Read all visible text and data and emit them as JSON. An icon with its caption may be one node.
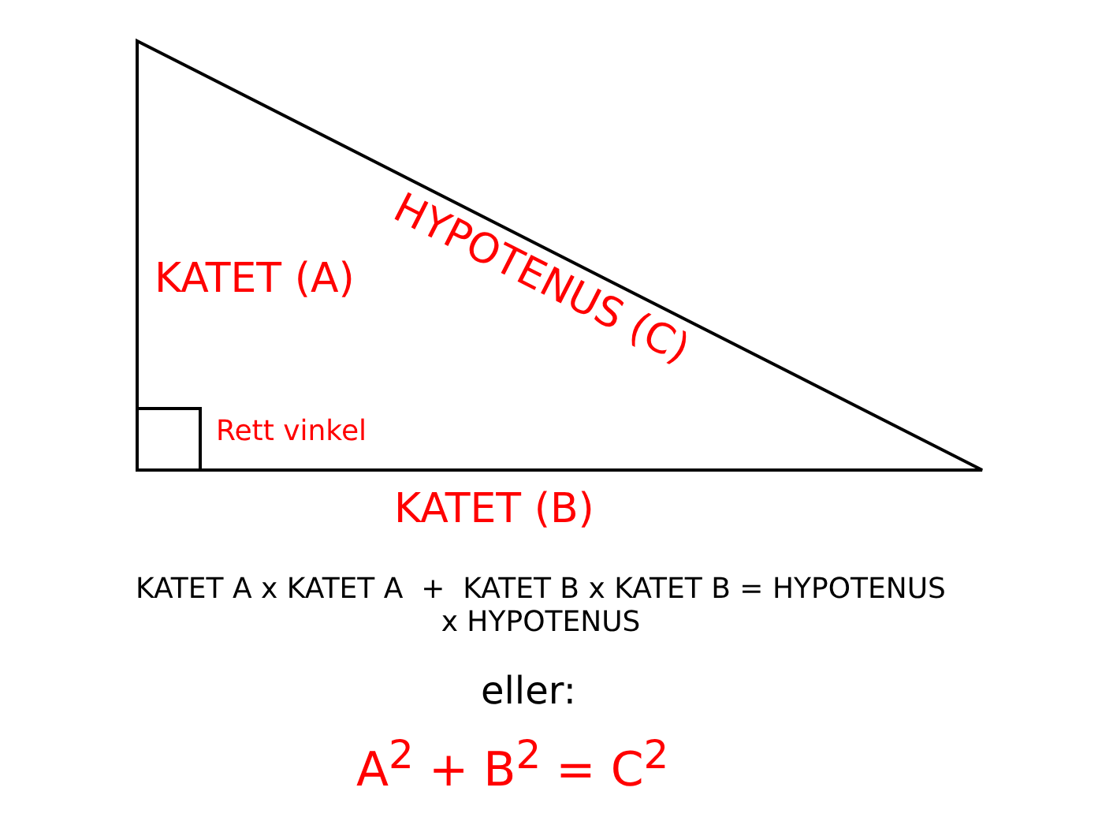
{
  "diagram": {
    "labels": [
      "HYPOTENUS (C)",
      "KATET (A)",
      "Rett vinkel",
      "KATET (B)",
      "KATET A x KATET A  +  KATET B x KATET B = HYPOTENUS x HYPOTENUS",
      "eller:",
      "A$^{2}$ + B$^{2}$ = C$^{2}$"
    ]
  }
}
